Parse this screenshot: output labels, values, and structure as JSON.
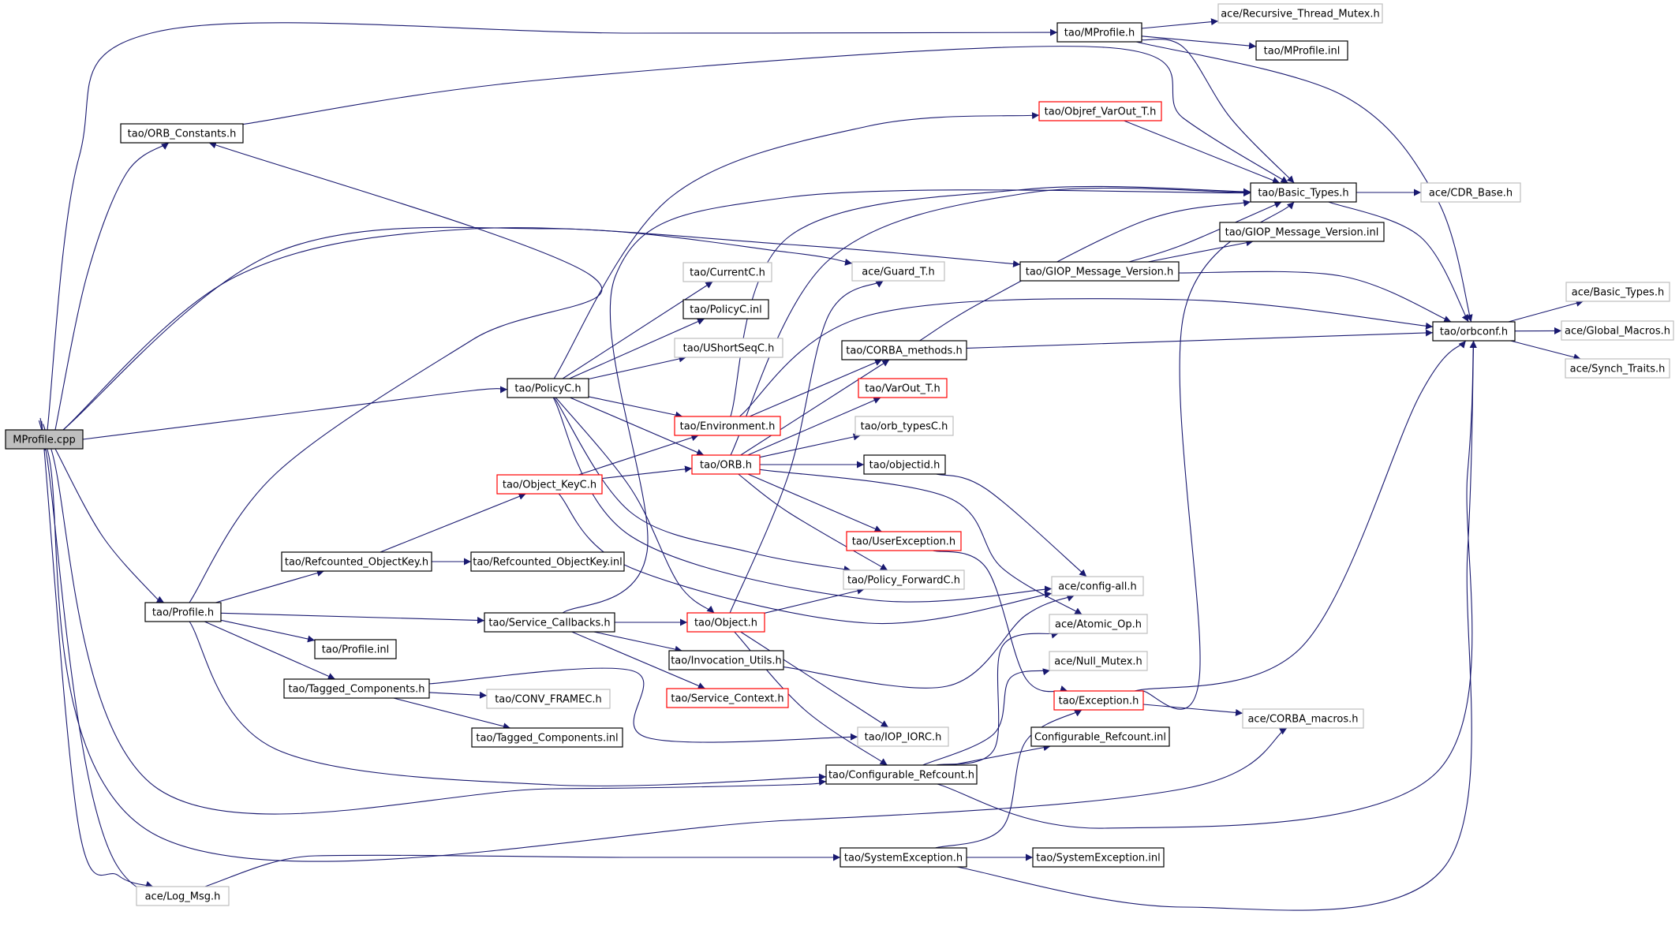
{
  "colors": {
    "edge": "#191970",
    "root_fill": "#bfbfbf",
    "border_documented": "#000000",
    "border_truncated": "#ff0000",
    "border_undocumented": "#bfbfbf",
    "background": "#ffffff"
  },
  "nodes": [
    {
      "id": "mprofile_cpp",
      "label": "MProfile.cpp",
      "kind": "root"
    },
    {
      "id": "tao_mprofile_h",
      "label": "tao/MProfile.h",
      "kind": "doc"
    },
    {
      "id": "ace_recursive",
      "label": "ace/Recursive_Thread_Mutex.h",
      "kind": "undoc"
    },
    {
      "id": "tao_mprofile_inl",
      "label": "tao/MProfile.inl",
      "kind": "doc"
    },
    {
      "id": "tao_orb_constants",
      "label": "tao/ORB_Constants.h",
      "kind": "doc"
    },
    {
      "id": "tao_objref",
      "label": "tao/Objref_VarOut_T.h",
      "kind": "trunc"
    },
    {
      "id": "tao_basic_types",
      "label": "tao/Basic_Types.h",
      "kind": "doc"
    },
    {
      "id": "ace_cdr_base",
      "label": "ace/CDR_Base.h",
      "kind": "undoc"
    },
    {
      "id": "tao_giop_inl",
      "label": "tao/GIOP_Message_Version.inl",
      "kind": "doc"
    },
    {
      "id": "ace_guard",
      "label": "ace/Guard_T.h",
      "kind": "undoc"
    },
    {
      "id": "tao_giop_h",
      "label": "tao/GIOP_Message_Version.h",
      "kind": "doc"
    },
    {
      "id": "tao_currentc",
      "label": "tao/CurrentC.h",
      "kind": "undoc"
    },
    {
      "id": "tao_policyc_inl",
      "label": "tao/PolicyC.inl",
      "kind": "doc"
    },
    {
      "id": "tao_ushortseq",
      "label": "tao/UShortSeqC.h",
      "kind": "undoc"
    },
    {
      "id": "ace_basic_types",
      "label": "ace/Basic_Types.h",
      "kind": "undoc"
    },
    {
      "id": "tao_orbconf",
      "label": "tao/orbconf.h",
      "kind": "doc"
    },
    {
      "id": "ace_global_macros",
      "label": "ace/Global_Macros.h",
      "kind": "undoc"
    },
    {
      "id": "ace_synch_traits",
      "label": "ace/Synch_Traits.h",
      "kind": "undoc"
    },
    {
      "id": "tao_corba_methods",
      "label": "tao/CORBA_methods.h",
      "kind": "doc"
    },
    {
      "id": "tao_policyc_h",
      "label": "tao/PolicyC.h",
      "kind": "doc"
    },
    {
      "id": "tao_varout",
      "label": "tao/VarOut_T.h",
      "kind": "trunc"
    },
    {
      "id": "tao_environment",
      "label": "tao/Environment.h",
      "kind": "trunc"
    },
    {
      "id": "tao_orb_typesc",
      "label": "tao/orb_typesC.h",
      "kind": "undoc"
    },
    {
      "id": "tao_orb",
      "label": "tao/ORB.h",
      "kind": "trunc"
    },
    {
      "id": "tao_objectid",
      "label": "tao/objectid.h",
      "kind": "doc"
    },
    {
      "id": "tao_object_keyc",
      "label": "tao/Object_KeyC.h",
      "kind": "trunc"
    },
    {
      "id": "tao_userexception",
      "label": "tao/UserException.h",
      "kind": "trunc"
    },
    {
      "id": "tao_refcounted_h",
      "label": "tao/Refcounted_ObjectKey.h",
      "kind": "doc"
    },
    {
      "id": "tao_refcounted_inl",
      "label": "tao/Refcounted_ObjectKey.inl",
      "kind": "doc"
    },
    {
      "id": "tao_policy_forward",
      "label": "tao/Policy_ForwardC.h",
      "kind": "undoc"
    },
    {
      "id": "ace_config_all",
      "label": "ace/config-all.h",
      "kind": "undoc"
    },
    {
      "id": "tao_profile_h",
      "label": "tao/Profile.h",
      "kind": "doc"
    },
    {
      "id": "tao_service_callbacks",
      "label": "tao/Service_Callbacks.h",
      "kind": "doc"
    },
    {
      "id": "tao_object_h",
      "label": "tao/Object.h",
      "kind": "trunc"
    },
    {
      "id": "ace_atomic_op",
      "label": "ace/Atomic_Op.h",
      "kind": "undoc"
    },
    {
      "id": "tao_profile_inl",
      "label": "tao/Profile.inl",
      "kind": "doc"
    },
    {
      "id": "tao_invocation_utils",
      "label": "tao/Invocation_Utils.h",
      "kind": "doc"
    },
    {
      "id": "ace_null_mutex",
      "label": "ace/Null_Mutex.h",
      "kind": "undoc"
    },
    {
      "id": "tao_tagged_components_h",
      "label": "tao/Tagged_Components.h",
      "kind": "doc"
    },
    {
      "id": "tao_service_context",
      "label": "tao/Service_Context.h",
      "kind": "trunc"
    },
    {
      "id": "tao_exception",
      "label": "tao/Exception.h",
      "kind": "trunc"
    },
    {
      "id": "tao_conv_framec",
      "label": "tao/CONV_FRAMEC.h",
      "kind": "undoc"
    },
    {
      "id": "ace_corba_macros",
      "label": "ace/CORBA_macros.h",
      "kind": "undoc"
    },
    {
      "id": "tao_iop_iorc",
      "label": "tao/IOP_IORC.h",
      "kind": "undoc"
    },
    {
      "id": "configurable_refcount_inl",
      "label": "Configurable_Refcount.inl",
      "kind": "doc"
    },
    {
      "id": "tao_tagged_components_inl",
      "label": "tao/Tagged_Components.inl",
      "kind": "doc"
    },
    {
      "id": "tao_configurable_refcount",
      "label": "tao/Configurable_Refcount.h",
      "kind": "doc"
    },
    {
      "id": "tao_systemexception_h",
      "label": "tao/SystemException.h",
      "kind": "doc"
    },
    {
      "id": "tao_systemexception_inl",
      "label": "tao/SystemException.inl",
      "kind": "doc"
    },
    {
      "id": "ace_log_msg",
      "label": "ace/Log_Msg.h",
      "kind": "undoc"
    }
  ]
}
